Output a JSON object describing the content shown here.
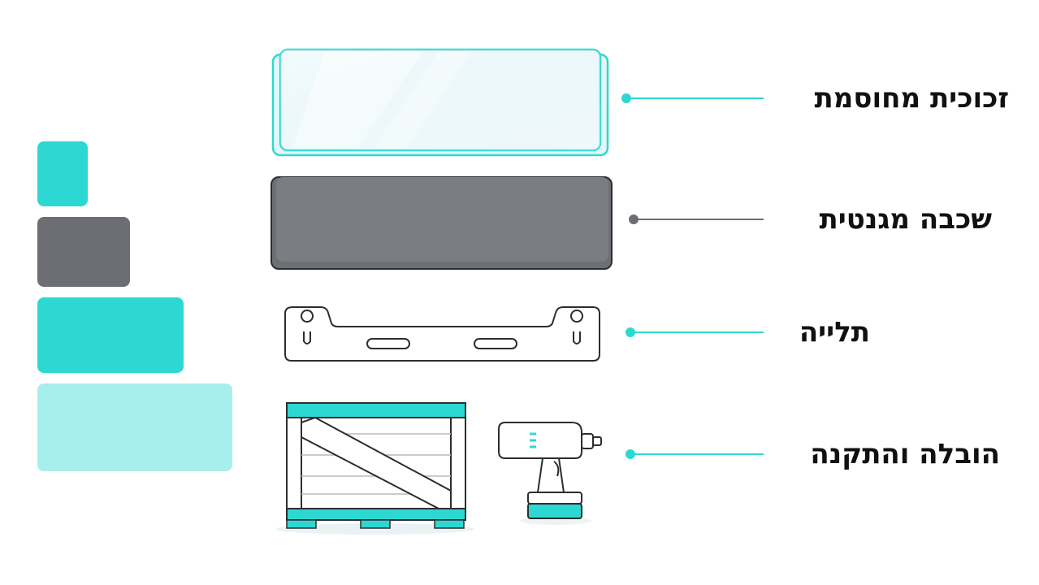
{
  "colors": {
    "teal": "#2ed8d2",
    "teal_light": "#a6efec",
    "gray": "#6c6e73",
    "glass_outline": "#33d6d0",
    "glass_fill": "#edf8fb",
    "magnet_fill": "#797b81",
    "outline_dark": "#2b2d31",
    "text": "#111111"
  },
  "legend_blocks": [
    {
      "color": "#2ed8d2"
    },
    {
      "color": "#6c6e73"
    },
    {
      "color": "#2ed8d2"
    },
    {
      "color": "#a6efec"
    }
  ],
  "layers": [
    {
      "label": "זכוכית מחוסמת",
      "icon": "tempered-glass-panel",
      "dot_color": "#2ed8d2"
    },
    {
      "label": "שכבה מגנטית",
      "icon": "magnetic-layer-panel",
      "dot_color": "#6c6e73"
    },
    {
      "label": "תלייה",
      "icon": "wall-mount-bracket",
      "dot_color": "#2ed8d2"
    },
    {
      "label": "הובלה והתקנה",
      "icon": "crate-and-drill",
      "dot_color": "#2ed8d2"
    }
  ]
}
